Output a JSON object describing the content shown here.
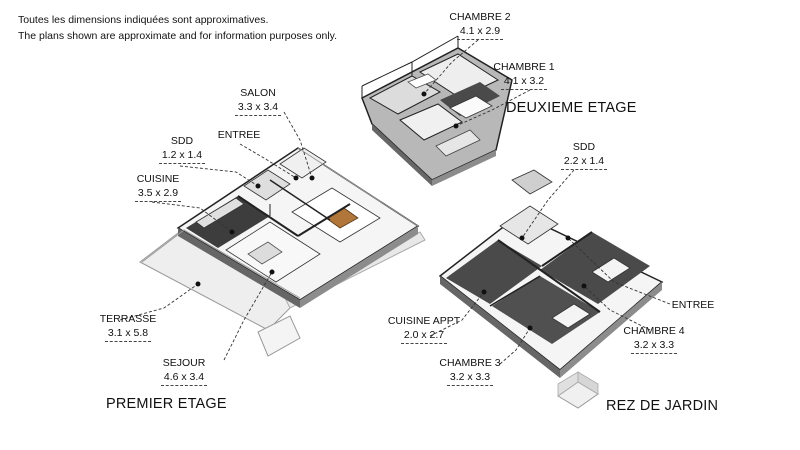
{
  "disclaimer": {
    "fr": "Toutes les dimensions indiquées sont approximatives.",
    "en": "The plans shown are approximate and for information purposes only."
  },
  "floors": {
    "premier": "PREMIER ETAGE",
    "deuxieme": "DEUXIEME ETAGE",
    "rez": "REZ DE JARDIN"
  },
  "rooms": {
    "chambre2": {
      "name": "CHAMBRE 2",
      "dim": "4.1 x 2.9"
    },
    "chambre1": {
      "name": "CHAMBRE 1",
      "dim": "4.1 x 3.2"
    },
    "salon": {
      "name": "SALON",
      "dim": "3.3 x 3.4"
    },
    "sdd_premier": {
      "name": "SDD",
      "dim": "1.2 x 1.4"
    },
    "entree_premier": {
      "name": "ENTREE"
    },
    "cuisine": {
      "name": "CUISINE",
      "dim": "3.5 x 2.9"
    },
    "terrasse": {
      "name": "TERRASSE",
      "dim": "3.1 x 5.8"
    },
    "sejour": {
      "name": "SEJOUR",
      "dim": "4.6 x 3.4"
    },
    "sdd_rez": {
      "name": "SDD",
      "dim": "2.2 x 1.4"
    },
    "entree_rez": {
      "name": "ENTREE"
    },
    "cuisine_appt": {
      "name": "CUISINE APPT",
      "dim": "2.0 x 2.7"
    },
    "chambre4": {
      "name": "CHAMBRE 4",
      "dim": "3.2 x 3.3"
    },
    "chambre3": {
      "name": "CHAMBRE 3",
      "dim": "3.2 x 3.3"
    }
  }
}
